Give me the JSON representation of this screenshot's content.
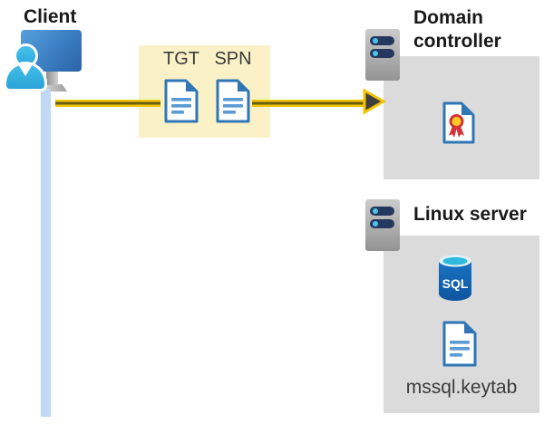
{
  "client": {
    "label": "Client"
  },
  "ticket_box": {
    "tgt_label": "TGT",
    "spn_label": "SPN"
  },
  "domain_controller": {
    "label": "Domain controller"
  },
  "linux_server": {
    "label": "Linux server",
    "sql_label": "SQL",
    "keytab_label": "mssql.keytab"
  },
  "icons": {
    "client": "user-at-monitor-icon",
    "domain_controller": "server-icon and certificate-icon",
    "linux_server": "server-icon, sql-database-icon and document-icon",
    "tickets": "document-icon"
  },
  "colors": {
    "highlight_box": "#FAF2C6",
    "node_box": "#DBDBDB",
    "arrow_yellow": "#F2C400",
    "arrow_core": "#6A5E15",
    "arrowhead": "#3F3F3F",
    "doc_border_blue": "#2F76B5",
    "doc_line_blue": "#5B9BD5",
    "person_cyan": "#35B6E2",
    "timeline_blue": "#BFD9F6",
    "seal_yellow": "#FFCE21",
    "seal_red": "#D23438",
    "sql_body_blue": "#1467B3",
    "sql_top_cyan": "#2FB9DC",
    "server_pill_navy": "#24375E",
    "server_dot_cyan": "#4AC4E9",
    "title_text": "#1A1A1A",
    "label_text": "#3A3A3A"
  }
}
